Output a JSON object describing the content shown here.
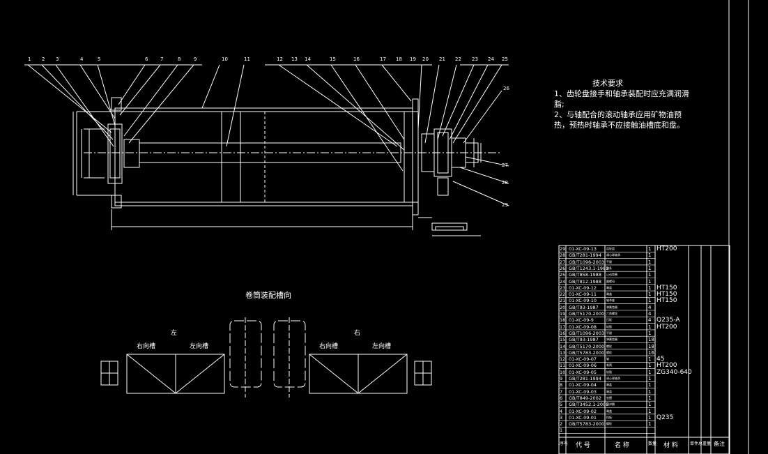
{
  "tech_requirements": {
    "title": "技术要求",
    "item1_line1": "1、齿轮盘接手和轴承装配时应充满润滑",
    "item1_line2": "脂;",
    "item2_line1": "2、与轴配合的滚动轴承应用矿物油预",
    "item2_line2": "热，预热时轴承不应接触油槽底和盘。"
  },
  "groove_section": {
    "title": "卷筒装配槽向",
    "left_label": "左",
    "right_label": "右",
    "left_box_left": "右向槽",
    "left_box_right": "左向槽",
    "right_box_left": "右向槽",
    "right_box_right": "左向槽"
  },
  "leaders_top": [
    "1",
    "2",
    "3",
    "4",
    "5",
    "6",
    "7",
    "8",
    "9",
    "10",
    "11",
    "12",
    "13",
    "14",
    "15",
    "16",
    "17",
    "18",
    "19",
    "20",
    "21",
    "22",
    "23",
    "24",
    "25",
    "26"
  ],
  "leaders_right": [
    "27",
    "28",
    "29"
  ],
  "bom": {
    "rows": [
      {
        "no": "29",
        "code": "01-XC-09-13",
        "name": "齿轮盘",
        "qty": "1",
        "mat": "HT200"
      },
      {
        "no": "28",
        "code": "GB/T281-1994",
        "name": "调心球轴承",
        "qty": "1",
        "mat": ""
      },
      {
        "no": "27",
        "code": "GB/T1096-2003",
        "name": "平键",
        "qty": "1",
        "mat": ""
      },
      {
        "no": "26",
        "code": "GB/T1243.1-1983",
        "name": "链条",
        "qty": "1",
        "mat": ""
      },
      {
        "no": "25",
        "code": "GB/T858-1988",
        "name": "止动垫圈",
        "qty": "1",
        "mat": ""
      },
      {
        "no": "24",
        "code": "GB/T812-1988",
        "name": "圆螺母",
        "qty": "1",
        "mat": ""
      },
      {
        "no": "23",
        "code": "01-XC-09-12",
        "name": "端盖",
        "qty": "1",
        "mat": "HT150"
      },
      {
        "no": "22",
        "code": "01-XC-09-11",
        "name": "端盖",
        "qty": "1",
        "mat": "HT150"
      },
      {
        "no": "21",
        "code": "01-XC-09-10",
        "name": "轴承座",
        "qty": "1",
        "mat": "HT150"
      },
      {
        "no": "20",
        "code": "GB/T93-1987",
        "name": "弹簧垫圈",
        "qty": "4",
        "mat": ""
      },
      {
        "no": "19",
        "code": "GB/T5170-2000",
        "name": "六角螺栓",
        "qty": "4",
        "mat": ""
      },
      {
        "no": "18",
        "code": "01-XC-09-9",
        "name": "压板",
        "qty": "4",
        "mat": "Q235-A"
      },
      {
        "no": "17",
        "code": "01-XC-09-08",
        "name": "轮毂",
        "qty": "1",
        "mat": "HT200"
      },
      {
        "no": "16",
        "code": "GB/T1096-2003",
        "name": "平键",
        "qty": "1",
        "mat": ""
      },
      {
        "no": "15",
        "code": "GB/T93-1987",
        "name": "弹簧垫圈",
        "qty": "18",
        "mat": ""
      },
      {
        "no": "14",
        "code": "GB/T5170-2000",
        "name": "螺栓",
        "qty": "18",
        "mat": ""
      },
      {
        "no": "13",
        "code": "GB/T5783-2000",
        "name": "螺栓",
        "qty": "16",
        "mat": ""
      },
      {
        "no": "12",
        "code": "01-XC-09-07",
        "name": "轴",
        "qty": "1",
        "mat": "45"
      },
      {
        "no": "11",
        "code": "01-XC-09-06",
        "name": "卷筒",
        "qty": "1",
        "mat": "HT200"
      },
      {
        "no": "10",
        "code": "01-XC-09-05",
        "name": "轮毂",
        "qty": "1",
        "mat": "ZG340-640"
      },
      {
        "no": "9",
        "code": "GB/T281-1994",
        "name": "调心球轴承",
        "qty": "1",
        "mat": ""
      },
      {
        "no": "8",
        "code": "01-XC-09-04",
        "name": "端盖",
        "qty": "1",
        "mat": ""
      },
      {
        "no": "7",
        "code": "01-XC-09-03",
        "name": "端盖",
        "qty": "1",
        "mat": ""
      },
      {
        "no": "6",
        "code": "GB/T849-2002",
        "name": "垫圈",
        "qty": "1",
        "mat": ""
      },
      {
        "no": "5",
        "code": "GB/T3452.1-2005",
        "name": "密封圈",
        "qty": "1",
        "mat": ""
      },
      {
        "no": "4",
        "code": "01-XC-09-02",
        "name": "端盖",
        "qty": "1",
        "mat": ""
      },
      {
        "no": "3",
        "code": "01-XC-09-01",
        "name": "挡板",
        "qty": "1",
        "mat": "Q235"
      },
      {
        "no": "2",
        "code": "GB/T5783-2000",
        "name": "螺栓",
        "qty": "1",
        "mat": ""
      },
      {
        "no": "1",
        "code": "",
        "name": "",
        "qty": "",
        "mat": ""
      }
    ],
    "header": {
      "no": "序号",
      "code": "代 号",
      "name": "名 称",
      "qty": "数量",
      "mat": "材 料",
      "weight": "单件总重量",
      "note": "备注"
    }
  }
}
